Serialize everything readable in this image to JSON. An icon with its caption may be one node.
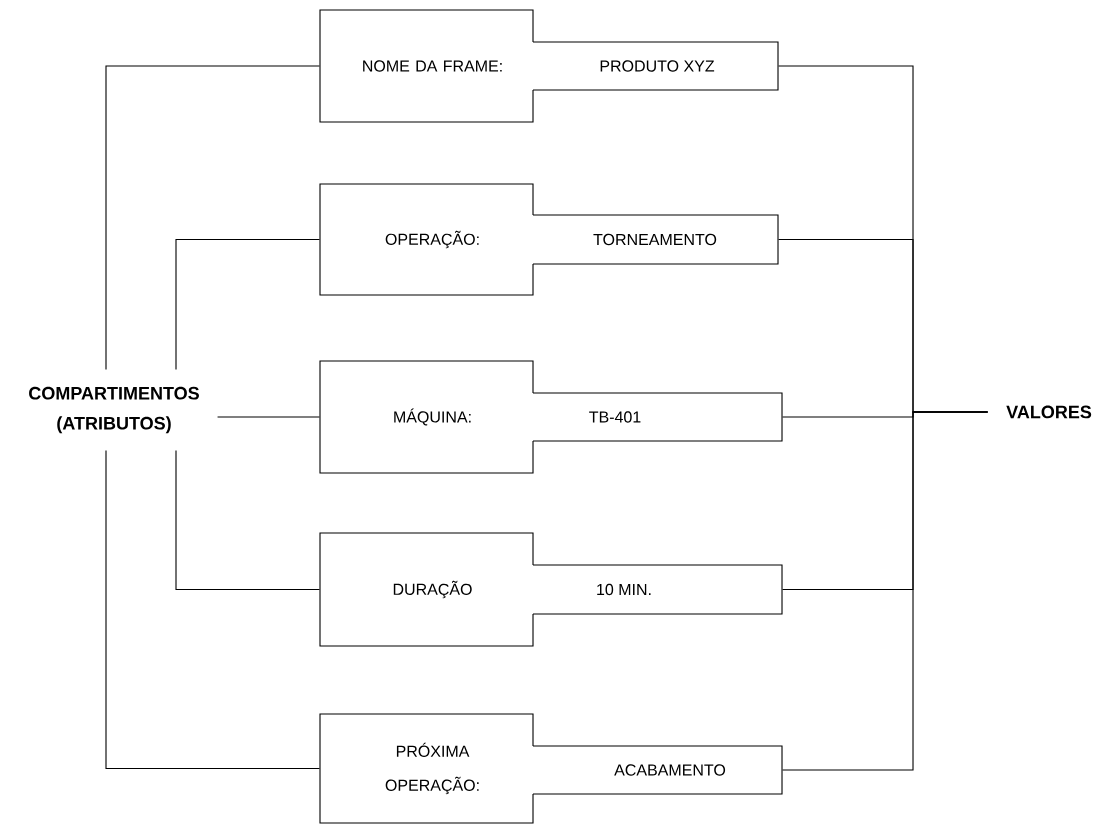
{
  "diagram": {
    "nodes": [
      {
        "text": [
          "COMPARTIMENTOS (ATRIBUTOS)"
        ]
      },
      {
        "text": [
          "NOME DA FRAME:"
        ]
      },
      {
        "text": [
          "OPERAÇÃO:"
        ]
      },
      {
        "text": [
          "MÁQUINA:"
        ]
      },
      {
        "text": [
          "DURAÇÃO"
        ]
      },
      {
        "text": [
          "PRÓXIMA OPERAÇÃO:"
        ]
      },
      {
        "text": [
          "PRODUTO XYZ"
        ]
      },
      {
        "text": [
          "TORNEAMENTO"
        ]
      },
      {
        "text": [
          "TB-401"
        ]
      },
      {
        "text": [
          "10 MIN."
        ]
      },
      {
        "text": [
          "ACABAMENTO"
        ]
      },
      {
        "text": [
          "VALORES"
        ]
      }
    ],
    "edges": [
      {
        "from": 0,
        "to": 1,
        "arrow": "none"
      },
      {
        "from": 0,
        "to": 2,
        "arrow": "none"
      },
      {
        "from": 0,
        "to": 3,
        "arrow": "none"
      },
      {
        "from": 0,
        "to": 4,
        "arrow": "none"
      },
      {
        "from": 0,
        "to": 5,
        "arrow": "none"
      },
      {
        "from": 6,
        "to": 11,
        "arrow": "none"
      },
      {
        "from": 7,
        "to": 11,
        "arrow": "none"
      },
      {
        "from": 8,
        "to": 11,
        "arrow": "none"
      },
      {
        "from": 9,
        "to": 11,
        "arrow": "none"
      },
      {
        "from": 10,
        "to": 11,
        "arrow": "none"
      }
    ]
  }
}
